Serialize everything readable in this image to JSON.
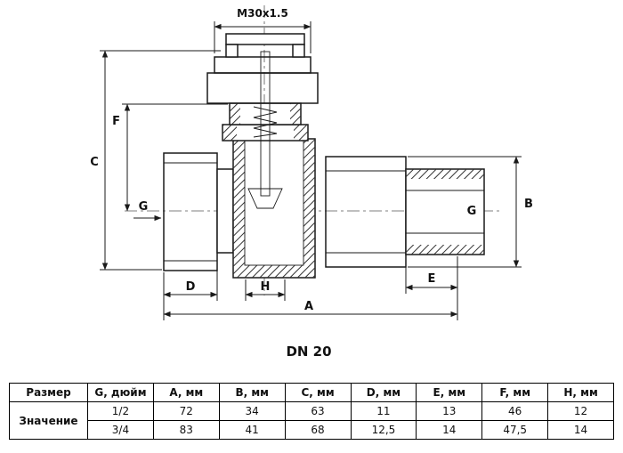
{
  "drawing": {
    "title": "DN 20",
    "labels": {
      "thread_top": "M30x1.5",
      "C": "C",
      "F": "F",
      "G_left": "G",
      "G_right": "G",
      "B": "B",
      "D": "D",
      "H": "H",
      "E": "E",
      "A": "A"
    }
  },
  "table": {
    "headers": [
      "Размер",
      "G, дюйм",
      "A, мм",
      "B, мм",
      "C, мм",
      "D, мм",
      "E, мм",
      "F, мм",
      "H, мм"
    ],
    "row_label": "Значение",
    "rows": [
      [
        "1/2",
        "72",
        "34",
        "63",
        "11",
        "13",
        "46",
        "12"
      ],
      [
        "3/4",
        "83",
        "41",
        "68",
        "12,5",
        "14",
        "47,5",
        "14"
      ]
    ]
  },
  "colors": {
    "line": "#1a1a1a",
    "background": "#ffffff"
  }
}
